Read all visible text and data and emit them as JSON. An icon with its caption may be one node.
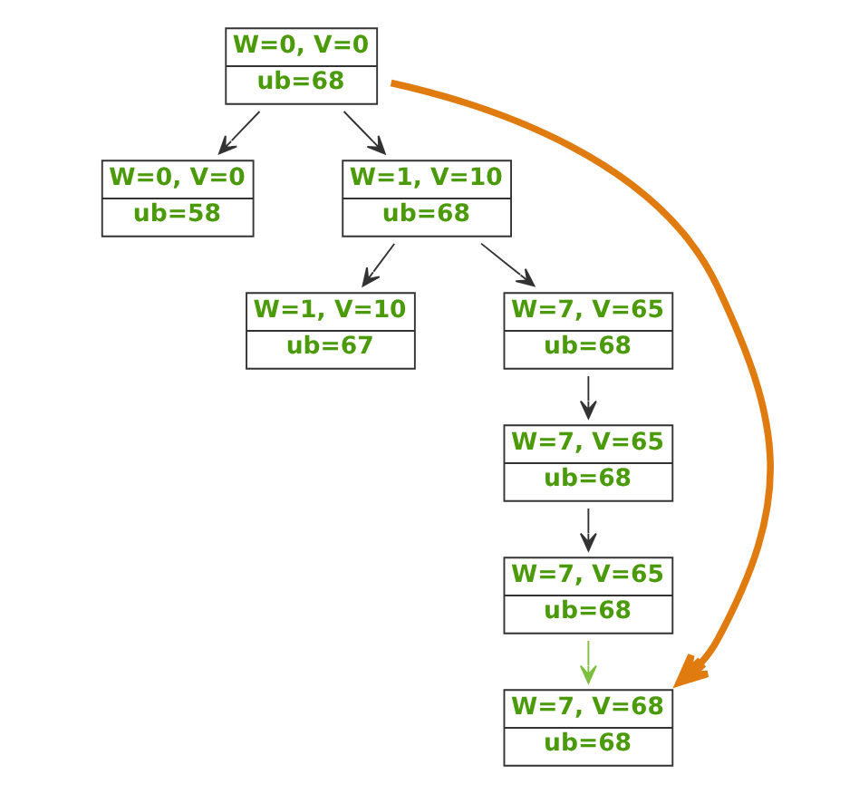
{
  "diagram": {
    "nodes": [
      {
        "text": [
          "W=0, V=0",
          "ub=68"
        ]
      },
      {
        "text": [
          "W=0, V=0",
          "ub=58"
        ]
      },
      {
        "text": [
          "W=1, V=10",
          "ub=68"
        ]
      },
      {
        "text": [
          "W=1, V=10",
          "ub=67"
        ]
      },
      {
        "text": [
          "W=7, V=65",
          "ub=68"
        ]
      },
      {
        "text": [
          "W=7, V=65",
          "ub=68"
        ]
      },
      {
        "text": [
          "W=7, V=65",
          "ub=68"
        ]
      },
      {
        "text": [
          "W=7, V=68",
          "ub=68"
        ]
      }
    ],
    "edges": [
      {
        "from": 0,
        "to": 1,
        "arrow": "to"
      },
      {
        "from": 0,
        "to": 2,
        "arrow": "to"
      },
      {
        "from": 2,
        "to": 3,
        "arrow": "to"
      },
      {
        "from": 2,
        "to": 4,
        "arrow": "to"
      },
      {
        "from": 4,
        "to": 5,
        "arrow": "to"
      },
      {
        "from": 5,
        "to": 6,
        "arrow": "to"
      },
      {
        "from": 6,
        "to": 7,
        "arrow": "to",
        "color": "#7fbf3f"
      },
      {
        "from": 0,
        "to": 7,
        "arrow": "to",
        "style": "thick",
        "color": "#e07b10"
      }
    ]
  }
}
